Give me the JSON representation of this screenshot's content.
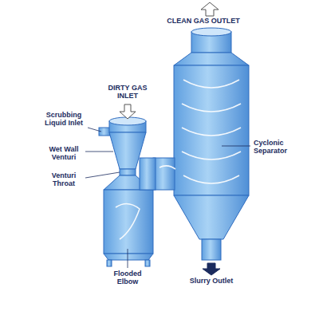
{
  "diagram": {
    "labels": [
      "CLEAN GAS OUTLET",
      "DIRTY GAS INLET",
      "Scrubbing Liquid Inlet",
      "Wet Wall Venturi",
      "Venturi Throat",
      "Cyclonic Separator",
      "Flooded Elbow",
      "Slurry Outlet"
    ]
  }
}
